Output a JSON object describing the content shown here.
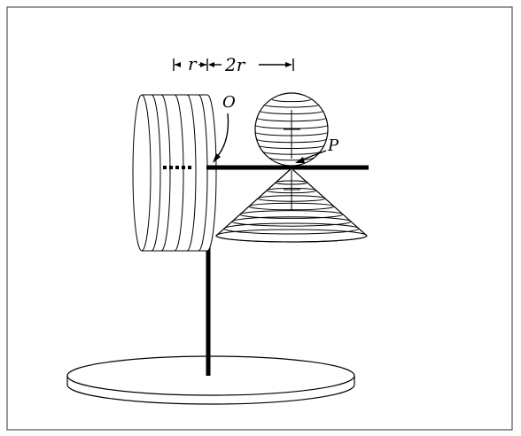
{
  "labels": {
    "r_dim": "r",
    "two_r_dim": "2r",
    "point_o": "O",
    "point_p": "P"
  },
  "colors": {
    "background": "#ffffff",
    "stroke": "#000000",
    "frame": "#555555"
  }
}
